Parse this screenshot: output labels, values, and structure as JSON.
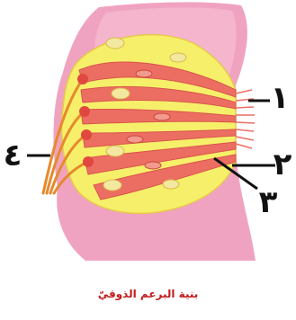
{
  "diagram": {
    "labels": [
      {
        "id": "1",
        "text": "١"
      },
      {
        "id": "2",
        "text": "٢"
      },
      {
        "id": "3",
        "text": "٣"
      },
      {
        "id": "4",
        "text": "٤"
      }
    ],
    "caption": "بنية البرعم الذوقيّ"
  },
  "colors": {
    "background": "#ffffff",
    "tissue": "#f0a3c0",
    "tissue_light": "#f7c2d5",
    "bud_fill": "#f6ef6a",
    "taste_cell": "#ec6e63",
    "taste_cell_dark": "#d8544b",
    "nucleus_fill": "#f3e8a0",
    "nerve": "#e58a2d",
    "caption": "#c21a1a",
    "label_text": "#111111"
  }
}
